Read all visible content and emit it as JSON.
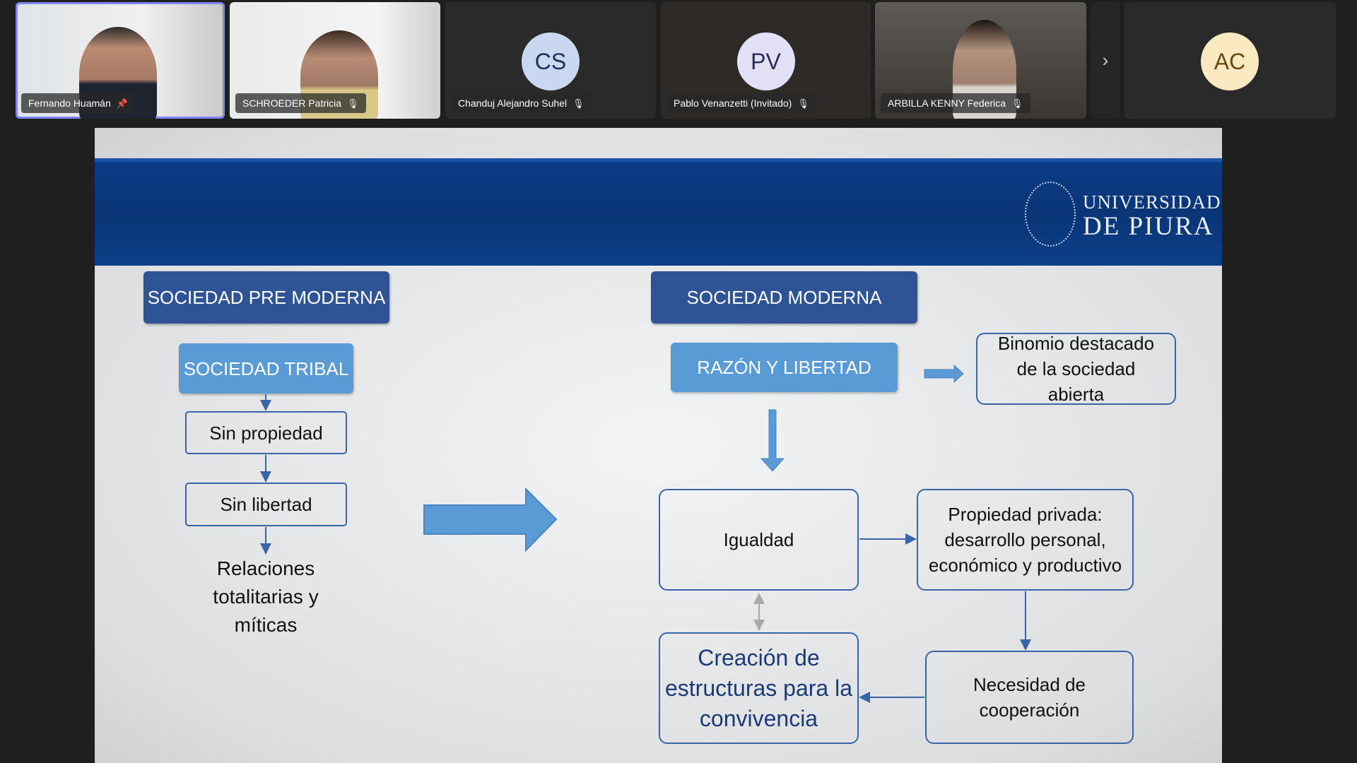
{
  "participants": [
    {
      "name": "Fernando Huamán",
      "status_icon": "pin-icon",
      "type": "video"
    },
    {
      "name": "SCHROEDER Patricia",
      "status_icon": "mic-off-icon",
      "type": "video"
    },
    {
      "name": "Chanduj Alejandro Suhel",
      "status_icon": "mic-off-icon",
      "initials": "CS",
      "avatar_color": "#c9d8f0",
      "text_color": "#1d2f5a"
    },
    {
      "name": "Pablo Venanzetti (Invitado)",
      "status_icon": "mic-off-icon",
      "initials": "PV",
      "avatar_color": "#e2e0f5",
      "text_color": "#2d2a5a"
    },
    {
      "name": "ARBILLA KENNY Federica",
      "status_icon": "mic-off-icon",
      "type": "video"
    },
    {
      "initials": "AC",
      "avatar_color": "#fbe9c2",
      "text_color": "#6b4a10"
    }
  ],
  "more_arrow": "›",
  "slide": {
    "logo": {
      "line1": "UNIVERSIDAD",
      "line2": "DE PIURA"
    },
    "pre_moderna": "SOCIEDAD PRE MODERNA",
    "tribal": "SOCIEDAD TRIBAL",
    "sin_propiedad": "Sin propiedad",
    "sin_libertad": "Sin libertad",
    "relaciones": "Relaciones totalitarias y míticas",
    "moderna": "SOCIEDAD MODERNA",
    "razon": "RAZÓN Y LIBERTAD",
    "binomio": "Binomio destacado de la sociedad abierta",
    "igualdad": "Igualdad",
    "propiedad": "Propiedad privada: desarrollo personal, económico y productivo",
    "necesidad": "Necesidad de cooperación",
    "creacion": "Creación de estructuras para la convivencia"
  }
}
